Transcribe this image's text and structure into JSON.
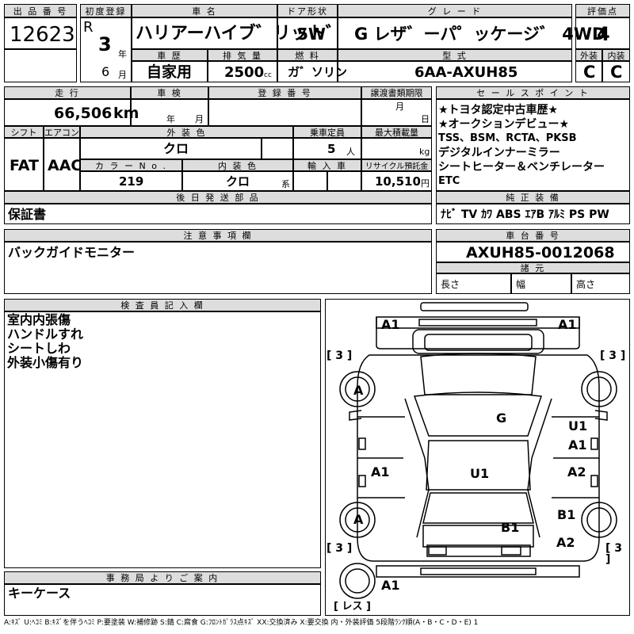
{
  "top": {
    "lot_no_label": "出 品 番 号",
    "lot_no": "12623",
    "first_reg_label": "初度登録",
    "era": "R",
    "year": "3",
    "year_unit": "年",
    "month": "6",
    "month_unit": "月",
    "car_name_label": "車 名",
    "car_name": "ハリアーハイブ゛リット゛",
    "door_label": "ドア形状",
    "door": "5W",
    "grade_label": "グ レ ー ド",
    "grade": "G レザ゛ーパ゜ッケージ゛ 4WD",
    "score_label": "評価点",
    "score": "4",
    "history_label": "車 歴",
    "history": "自家用",
    "displacement_label": "排 気 量",
    "displacement": "2500",
    "displacement_unit": "cc",
    "fuel_label": "燃 料",
    "fuel": "ガ゛ソリン",
    "model_label": "型 式",
    "model": "6AA-AXUH85",
    "ext_score_label": "外装",
    "ext_score": "C",
    "int_score_label": "内装",
    "int_score": "C"
  },
  "mid": {
    "mileage_label": "走 行",
    "mileage": "66,506",
    "mileage_unit": "km",
    "inspection_label": "車 検",
    "insp_year_unit": "年",
    "insp_month_unit": "月",
    "reg_no_label": "登 録 番 号",
    "transfer_label": "譲渡書類期限",
    "transfer_month_unit": "月",
    "transfer_day_unit": "日",
    "shift_label": "シフト",
    "shift": "FAT",
    "ac_label": "エアコン",
    "ac": "AAC",
    "ext_color_label": "外 装 色",
    "ext_color": "クロ",
    "capacity_label": "乗車定員",
    "capacity": "5",
    "capacity_unit": "人",
    "max_load_label": "最大積載量",
    "max_load_unit": "kg",
    "color_no_label": "カ ラ ー N o .",
    "color_no": "219",
    "int_color_label": "内 装 色",
    "int_color": "クロ",
    "int_color_unit": "系",
    "import_label": "輸 入 車",
    "recycle_label": "リサイクル預託金",
    "recycle": "10,510",
    "recycle_unit": "円",
    "later_parts_label": "後 日 発 送 部 品",
    "later_parts": "保証書",
    "notes_label": "注 意 事 項 欄",
    "notes": "バックガイドモニター"
  },
  "sales": {
    "label": "セ ー ル ス ポ イ ン ト",
    "lines": [
      "★トヨタ認定中古車歴★",
      "★オークションデビュー★",
      "TSS、BSM、RCTA、PKSB",
      "デジタルインナーミラー",
      "シートヒーター＆ベンチレーター",
      "ETC"
    ]
  },
  "equipment": {
    "label": "純 正 装 備",
    "items": "ﾅﾋﾞ TV ｶﾜ ABS ｴｱB ｱﾙﾐ PS PW"
  },
  "chassis": {
    "label": "車 台 番 号",
    "value": "AXUH85-0012068",
    "specs_label": "諸 元",
    "length_label": "長さ",
    "width_label": "幅",
    "height_label": "高さ"
  },
  "inspector": {
    "label": "検 査 員 記 入 欄",
    "lines": [
      "室内内張傷",
      "ハンドルすれ",
      "シートしわ",
      "外装小傷有り"
    ]
  },
  "office": {
    "label": "事 務 局 よ り ご 案 内",
    "text": "キーケース"
  },
  "diagram": {
    "marks": {
      "front_left_corner": "A1",
      "front_right_corner": "A1",
      "tire_fl": "[ 3 ]",
      "tire_fr": "[ 3 ]",
      "tire_rl": "[ 3 ]",
      "tire_rr": "[ 3 ]",
      "wheel_fl": "A",
      "wheel_rl": "A",
      "windshield": "G",
      "right_front_door_1": "U1",
      "right_front_door_2": "A1",
      "left_front_door": "A1",
      "roof": "U1",
      "right_rear_door": "A2",
      "right_rear_fender": "B1",
      "right_rear_corner": "A2",
      "rear_gate": "B1",
      "rear_left_corner": "A1",
      "spare": "[ レス ]"
    }
  },
  "legend": "A:ｷｽﾞ U:ﾍｺﾐ B:ｷｽﾞを伴うﾍｺﾐ P:要塗装 W:補修跡 S:錆 C:腐食 G:ﾌﾛﾝﾄｶﾞﾗｽ点ｷｽﾞ XX:交換済み X:要交換 内・外装評価 5段階ﾗﾝｸ順(A・B・C・D・E) 1"
}
